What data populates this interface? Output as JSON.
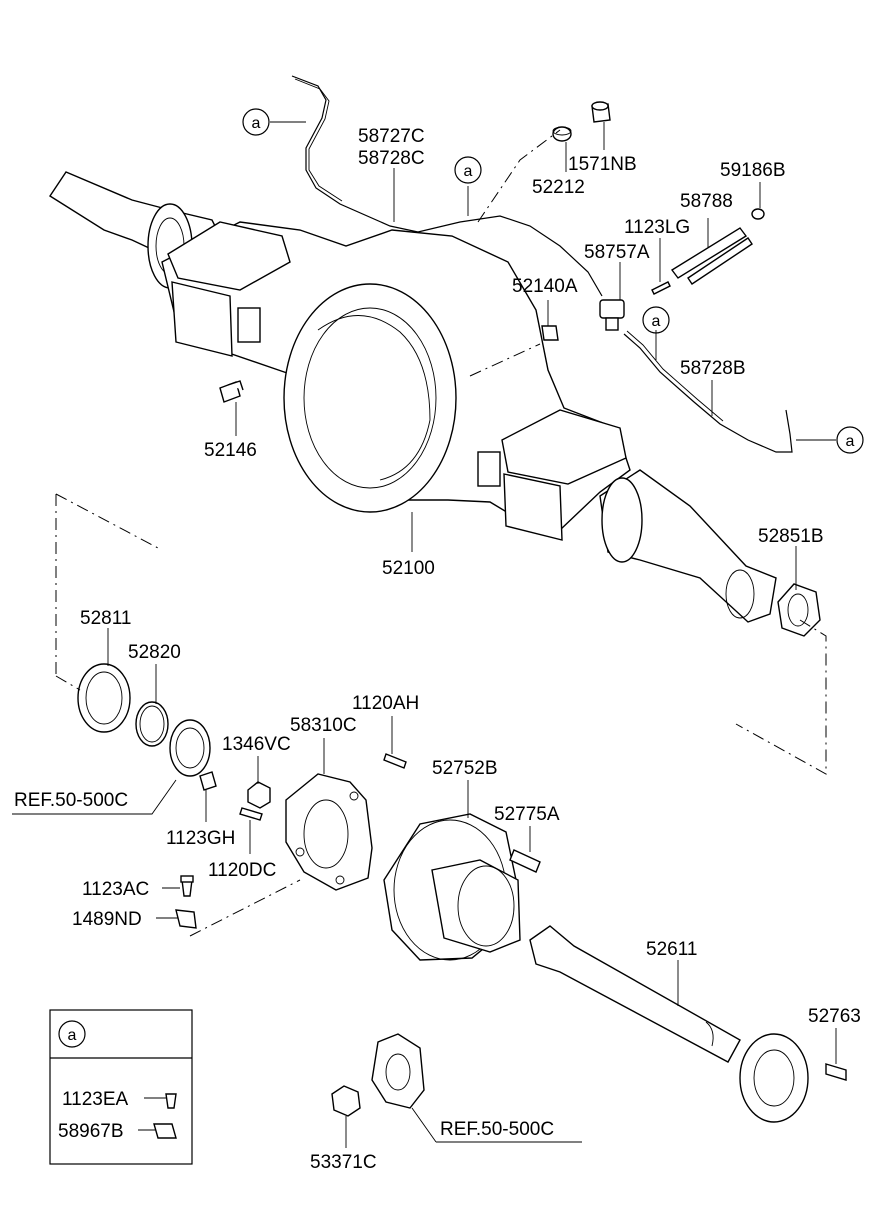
{
  "labels": {
    "p58727C": "58727C",
    "p58728C": "58728C",
    "p1571NB": "1571NB",
    "p52212": "52212",
    "p59186B": "59186B",
    "p58788": "58788",
    "p1123LG": "1123LG",
    "p58757A": "58757A",
    "p52140A": "52140A",
    "p58728B": "58728B",
    "p52146": "52146",
    "p52100": "52100",
    "p52851B": "52851B",
    "p52811": "52811",
    "p52820": "52820",
    "p1120AH": "1120AH",
    "p58310C": "58310C",
    "p1346VC": "1346VC",
    "p52752B": "52752B",
    "ref1": "REF.50-500C",
    "p52775A": "52775A",
    "p1123GH": "1123GH",
    "p1120DC": "1120DC",
    "p1123AC": "1123AC",
    "p1489ND": "1489ND",
    "p52611": "52611",
    "p52763": "52763",
    "p1123EA": "1123EA",
    "p58967B": "58967B",
    "ref2": "REF.50-500C",
    "p53371C": "53371C"
  },
  "callouts": {
    "a1": "a",
    "a2": "a",
    "a3": "a",
    "a4": "a",
    "a5": "a"
  },
  "colors": {
    "line": "#000000",
    "background": "#ffffff"
  }
}
